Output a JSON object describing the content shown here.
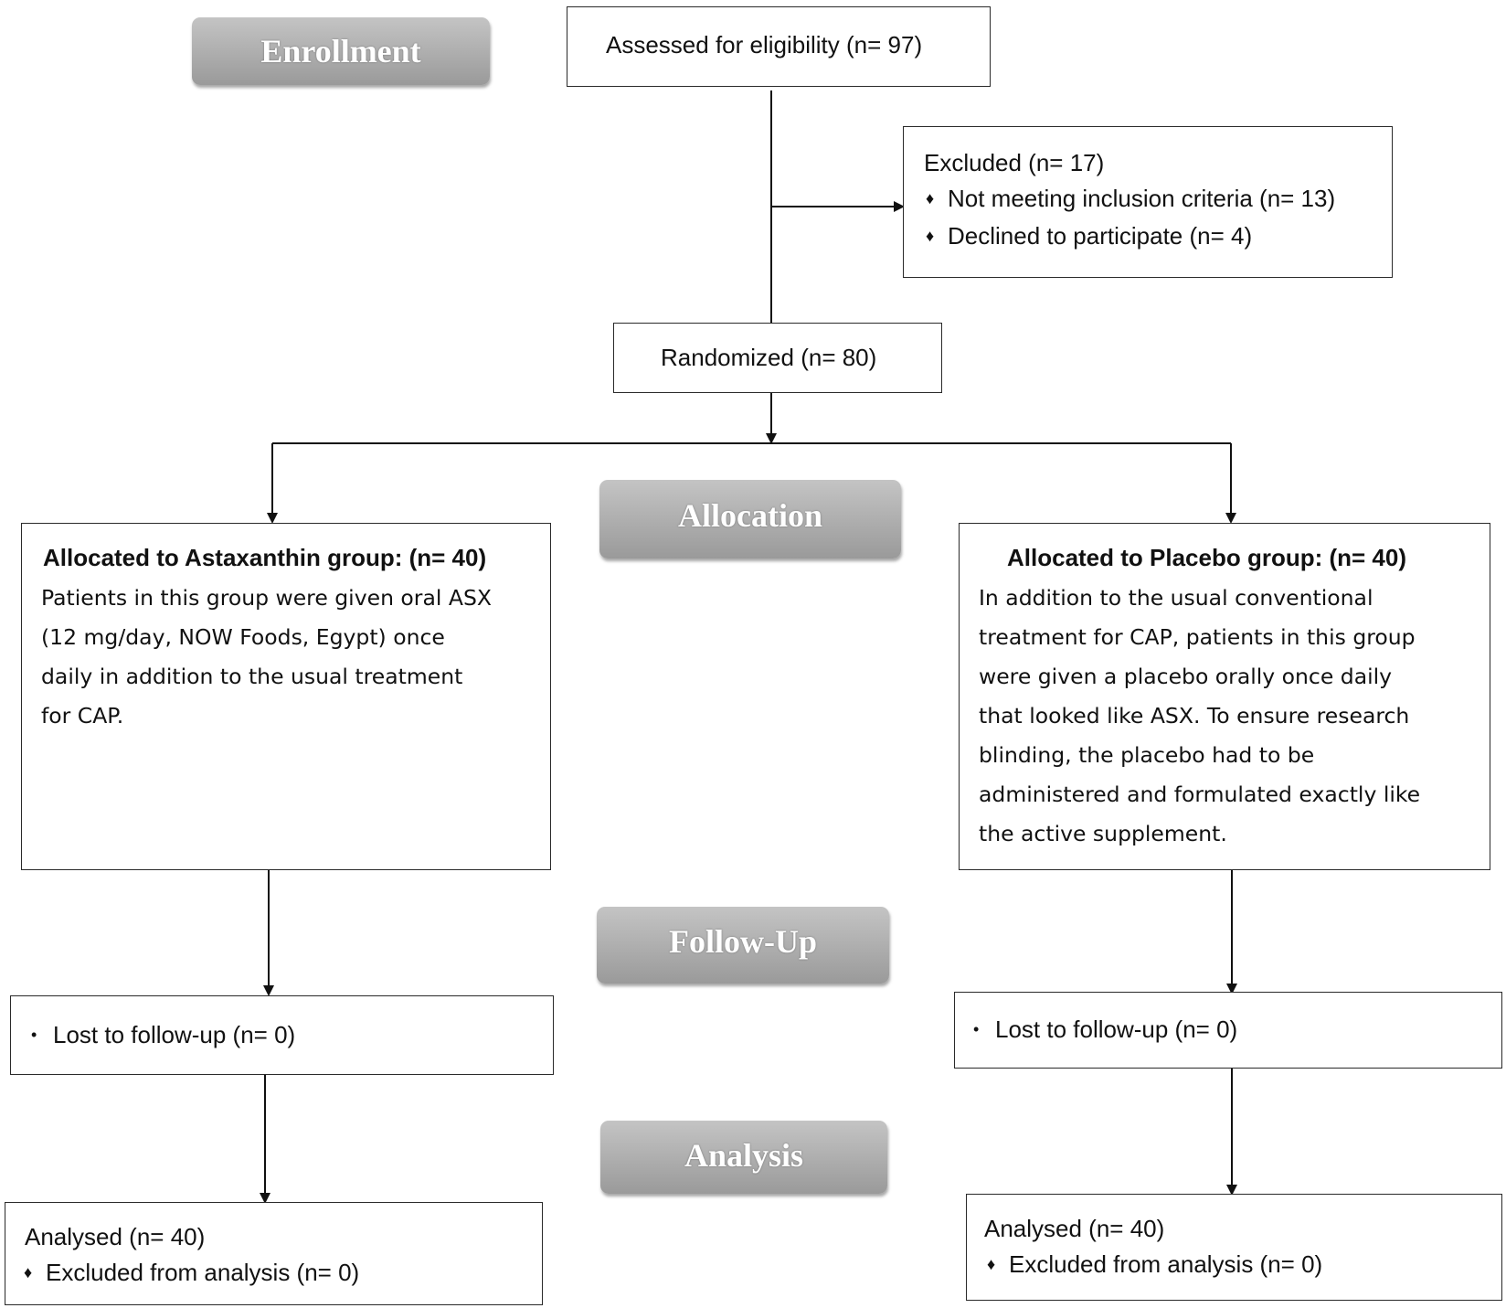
{
  "stages": {
    "enrollment": "Enrollment",
    "allocation": "Allocation",
    "followup": "Follow-Up",
    "analysis": "Analysis"
  },
  "assessed": "Assessed for eligibility (n= 97)",
  "excluded": {
    "title": "Excluded (n= 17)",
    "items": [
      "Not meeting inclusion criteria (n= 13)",
      "Declined to participate (n= 4)"
    ]
  },
  "randomized": "Randomized (n= 80)",
  "astaxanthin": {
    "title": "Allocated to Astaxanthin group: (n= 40)",
    "lines": [
      "Patients in this group were given oral ASX",
      "(12 mg/day, NOW Foods, Egypt) once",
      "daily in addition to the usual treatment",
      "for CAP."
    ]
  },
  "placebo": {
    "title": "Allocated to Placebo group: (n= 40)",
    "lines": [
      "In addition to the usual conventional",
      "treatment for CAP, patients in this group",
      "were given a placebo orally once daily",
      "that looked like ASX. To ensure research",
      "blinding, the placebo had to be",
      "administered and formulated exactly like",
      "the active supplement."
    ]
  },
  "followup": {
    "left": "Lost to follow-up (n= 0)",
    "right": "Lost to follow-up (n= 0)"
  },
  "analysis": {
    "left": {
      "title": "Analysed (n= 40)",
      "item": "Excluded from analysis (n= 0)"
    },
    "right": {
      "title": "Analysed (n= 40)",
      "item": "Excluded from analysis (n= 0)"
    }
  },
  "icons": {
    "diamond": "diamond-bullet-icon",
    "dot": "dot-bullet-icon"
  }
}
